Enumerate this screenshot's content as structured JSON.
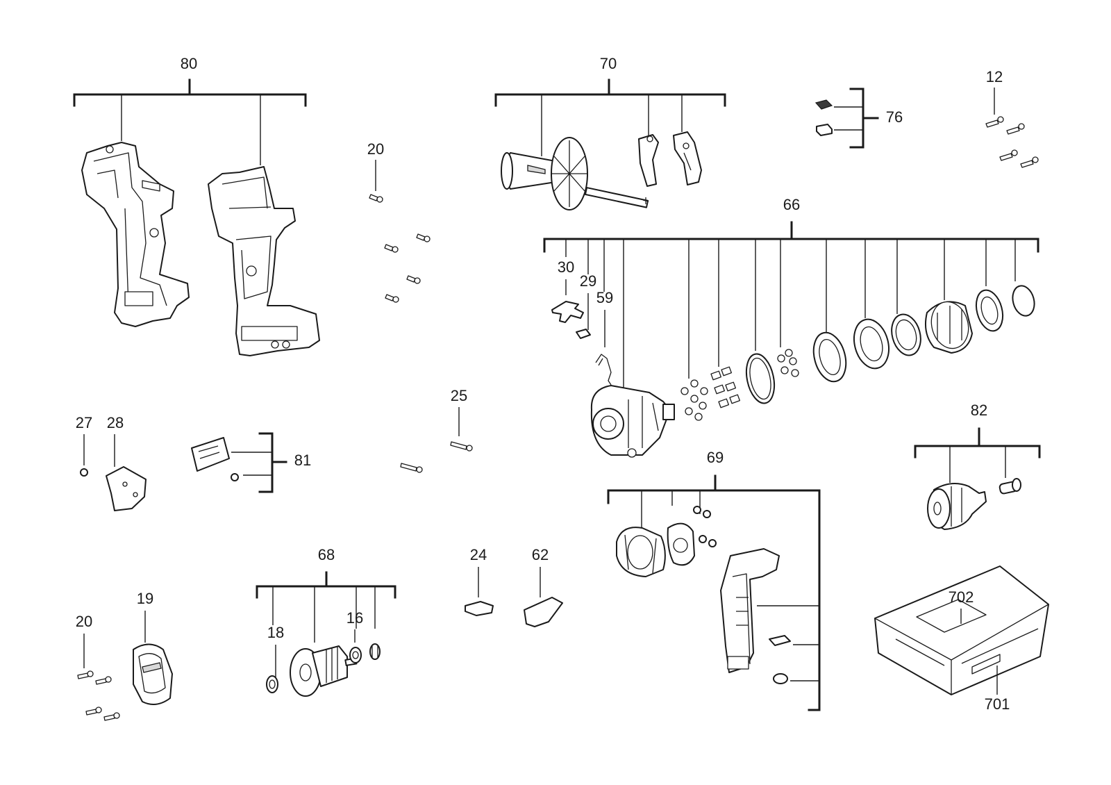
{
  "labels": {
    "c80": "80",
    "c70": "70",
    "c76": "76",
    "c12": "12",
    "c20a": "20",
    "c66": "66",
    "c30": "30",
    "c29": "29",
    "c59": "59",
    "c27": "27",
    "c28": "28",
    "c81": "81",
    "c25": "25",
    "c82": "82",
    "c69": "69",
    "c68": "68",
    "c19": "19",
    "c20b": "20",
    "c18": "18",
    "c16": "16",
    "c24": "24",
    "c62": "62",
    "c702": "702",
    "c701": "701"
  },
  "colors": {
    "line": "#1a1a1a",
    "fill": "#ffffff",
    "shade": "#d9d9d9"
  }
}
